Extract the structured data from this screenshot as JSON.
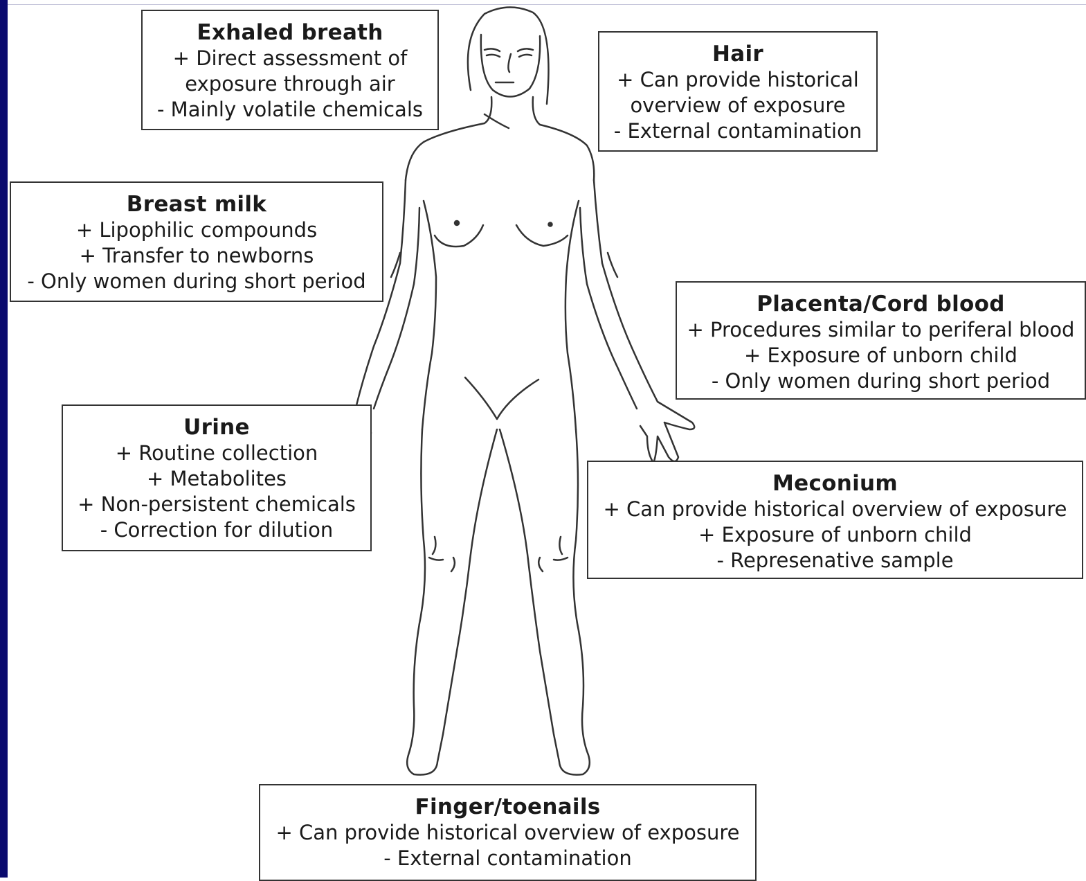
{
  "theme": {
    "frame_color": "#0a0a6e",
    "box_border": "#333333",
    "figure_stroke": "#333333"
  },
  "figure": {
    "icon": "female-body-outline-icon"
  },
  "boxes": {
    "exhaled": {
      "title": "Exhaled breath",
      "lines": [
        "+ Direct assessment of",
        "exposure through air",
        "- Mainly volatile chemicals"
      ]
    },
    "hair": {
      "title": "Hair",
      "lines": [
        "+ Can provide historical",
        "overview of exposure",
        "- External contamination"
      ]
    },
    "milk": {
      "title": "Breast milk",
      "lines": [
        "+ Lipophilic compounds",
        "+ Transfer to newborns",
        "- Only women during short period"
      ]
    },
    "placenta": {
      "title": "Placenta/Cord blood",
      "lines": [
        "+ Procedures similar to periferal blood",
        "+ Exposure of unborn child",
        "- Only women during short period"
      ]
    },
    "urine": {
      "title": "Urine",
      "lines": [
        "+ Routine collection",
        "+ Metabolites",
        "+ Non-persistent chemicals",
        "- Correction for dilution"
      ]
    },
    "meconium": {
      "title": "Meconium",
      "lines": [
        "+ Can provide historical overview of exposure",
        "+ Exposure of unborn child",
        "- Represenative sample"
      ]
    },
    "nails": {
      "title": "Finger/toenails",
      "lines": [
        "+ Can provide historical overview of exposure",
        "- External contamination"
      ]
    }
  }
}
